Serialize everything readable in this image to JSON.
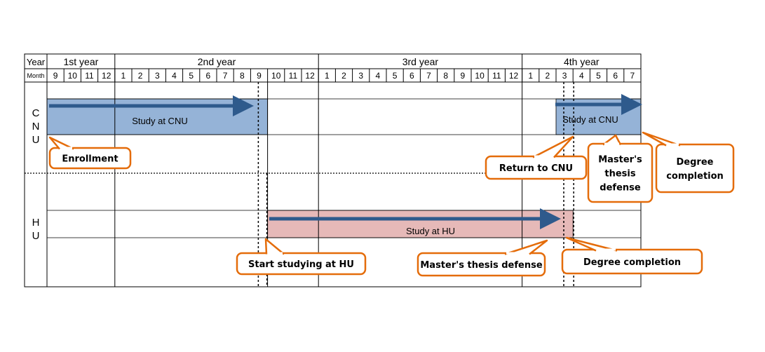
{
  "header": {
    "year_label": "Year",
    "month_label": "Month",
    "years": [
      {
        "label": "1st year",
        "months": [
          "9",
          "10",
          "11",
          "12"
        ]
      },
      {
        "label": "2nd year",
        "months": [
          "1",
          "2",
          "3",
          "4",
          "5",
          "6",
          "7",
          "8",
          "9",
          "10",
          "11",
          "12"
        ]
      },
      {
        "label": "3rd year",
        "months": [
          "1",
          "2",
          "3",
          "4",
          "5",
          "6",
          "7",
          "8",
          "9",
          "10",
          "11",
          "12"
        ]
      },
      {
        "label": "4th year",
        "months": [
          "1",
          "2",
          "3",
          "4",
          "5",
          "6",
          "7"
        ]
      }
    ]
  },
  "rows": [
    {
      "label_lines": [
        "C",
        "N",
        "U"
      ]
    },
    {
      "label_lines": [
        "H",
        "U"
      ]
    }
  ],
  "periods": [
    {
      "label": "Study  at CNU",
      "color": "#95b3d7"
    },
    {
      "label": "Study  at CNU",
      "color": "#95b3d7"
    },
    {
      "label": "Study at HU",
      "color": "#e6b9b8"
    }
  ],
  "callouts": [
    {
      "lines": [
        "Enrollment"
      ]
    },
    {
      "lines": [
        "Return to CNU"
      ]
    },
    {
      "lines": [
        "Master's",
        "thesis",
        "defense"
      ]
    },
    {
      "lines": [
        "Degree",
        "completion"
      ]
    },
    {
      "lines": [
        "Start studying at HU"
      ]
    },
    {
      "lines": [
        "Master's thesis defense"
      ]
    },
    {
      "lines": [
        "Degree completion"
      ]
    }
  ],
  "colors": {
    "arrow": "#2e5a8c",
    "callout_border": "#e46c0a",
    "cnu_bar": "#95b3d7",
    "hu_bar": "#e6b9b8"
  }
}
